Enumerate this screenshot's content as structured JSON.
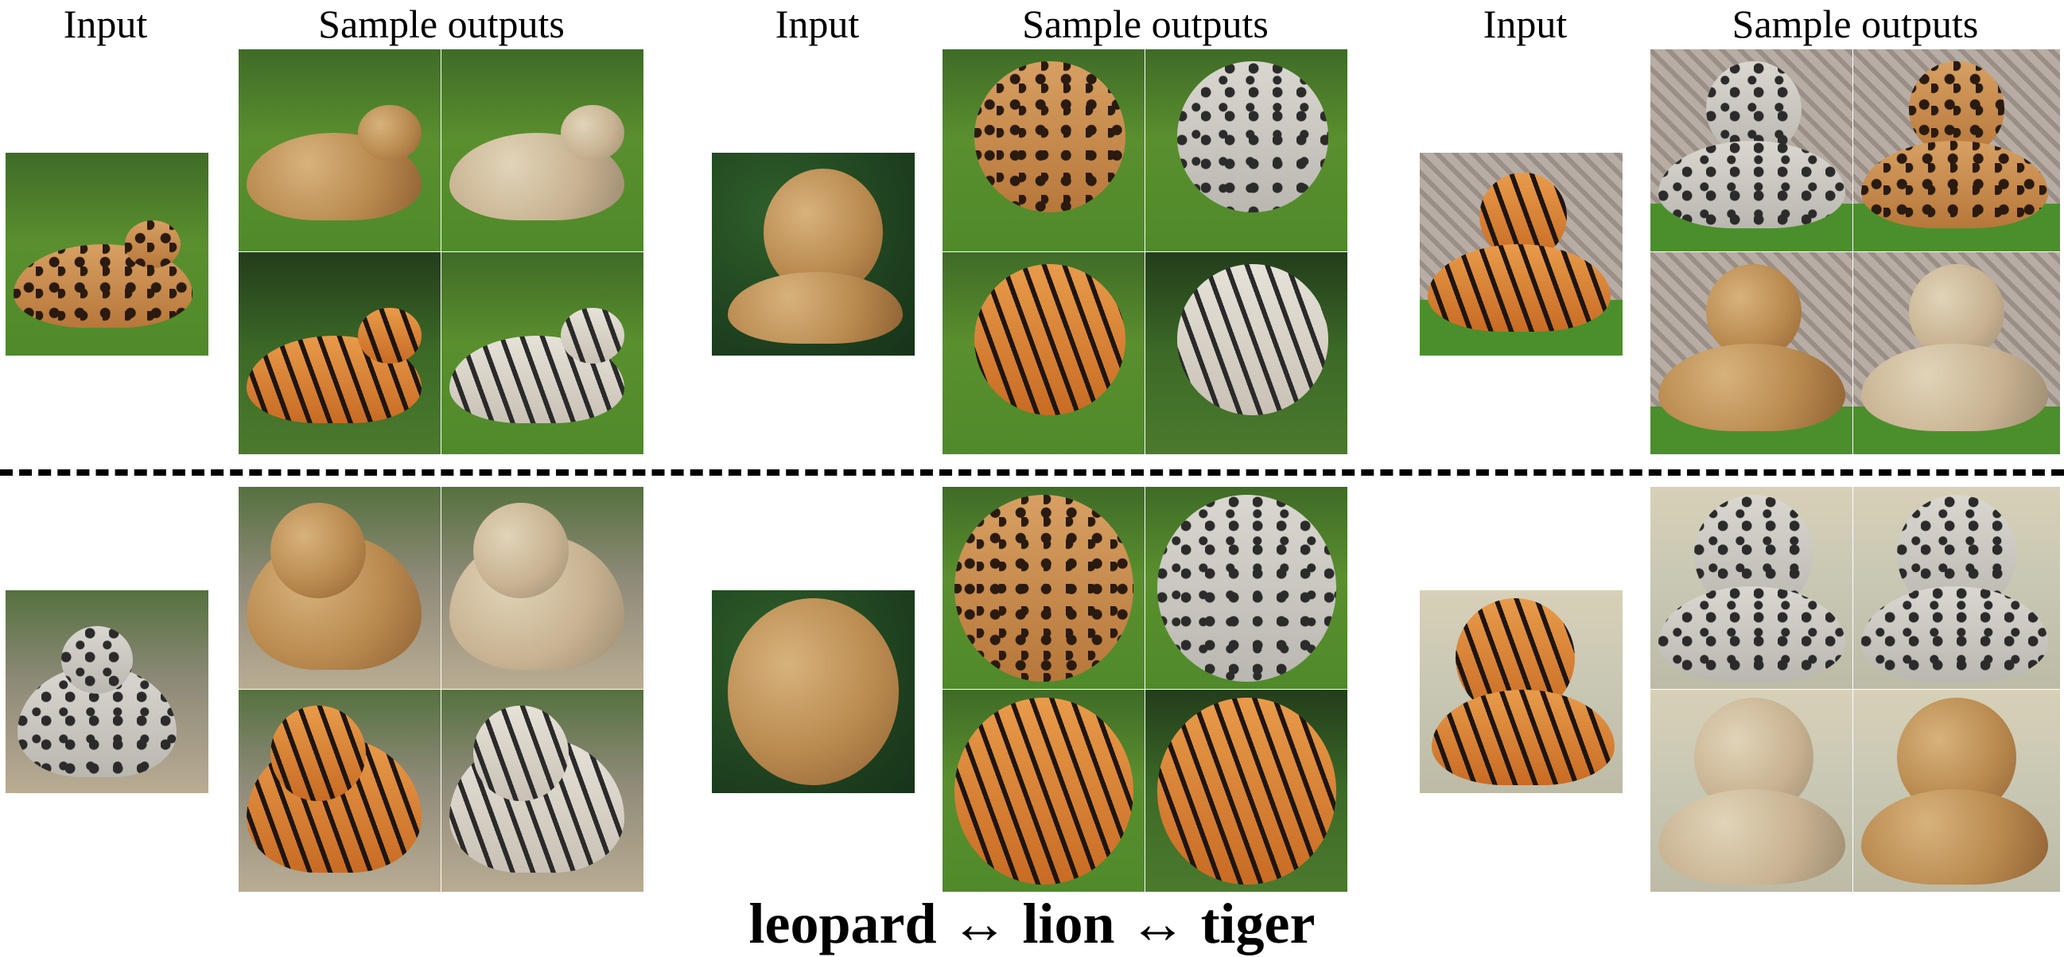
{
  "columns": [
    {
      "input_label": "Input",
      "outputs_label": "Sample outputs"
    },
    {
      "input_label": "Input",
      "outputs_label": "Sample outputs"
    },
    {
      "input_label": "Input",
      "outputs_label": "Sample outputs"
    }
  ],
  "caption": "leopard ↔ lion ↔ tiger"
}
